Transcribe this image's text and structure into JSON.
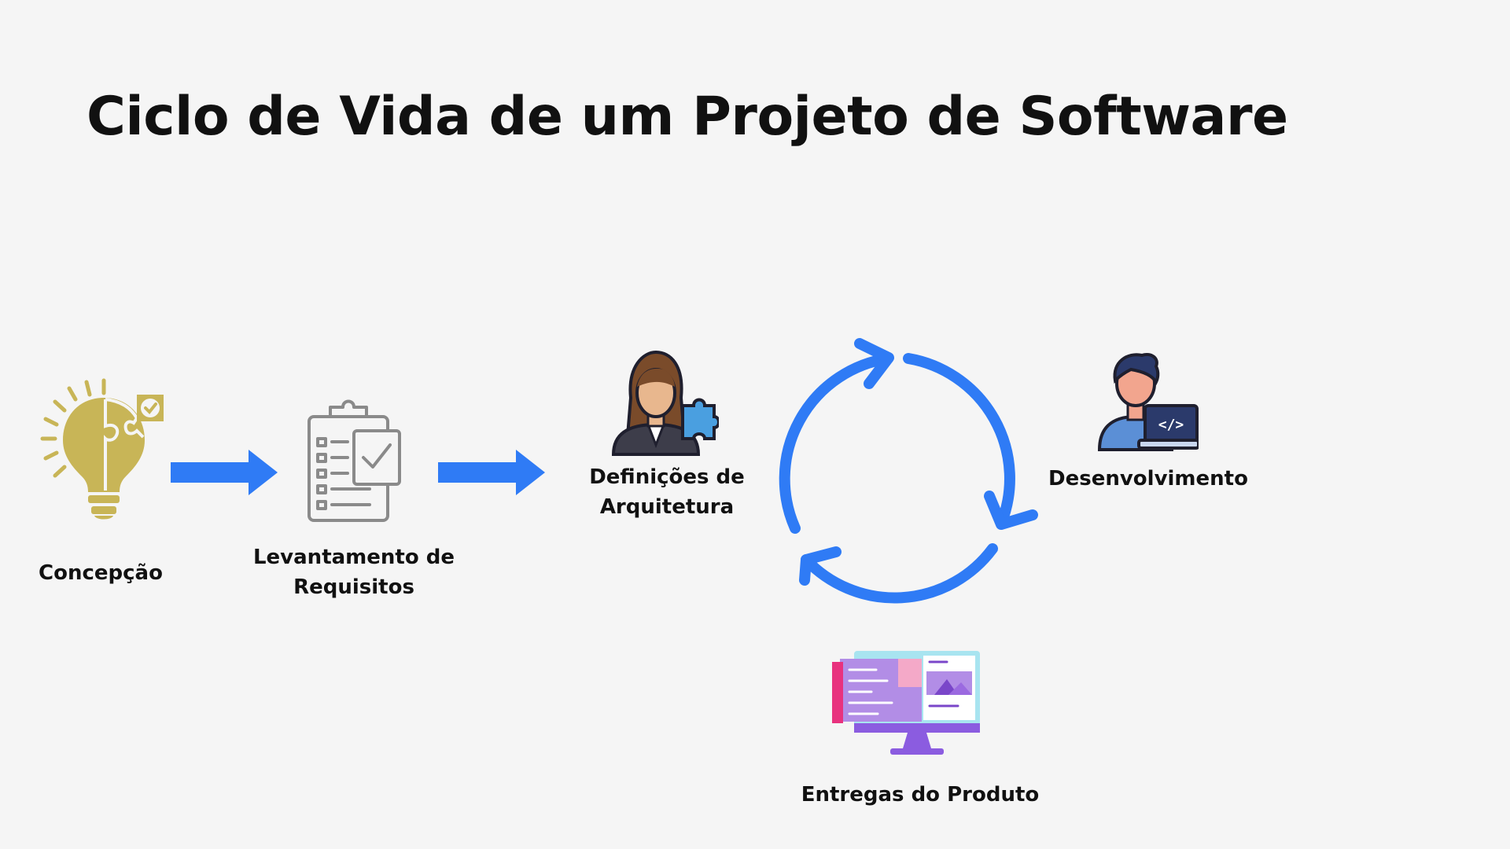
{
  "title": "Ciclo de Vida de um Projeto de Software",
  "stages": {
    "concepcao": {
      "lines": [
        "Concepção"
      ]
    },
    "requisitos": {
      "lines": [
        "Levantamento de",
        "Requisitos"
      ]
    },
    "arquitetura": {
      "lines": [
        "Definições de",
        "Arquitetura"
      ]
    },
    "desenvolvimento": {
      "lines": [
        "Desenvolvimento"
      ]
    },
    "entregas": {
      "lines": [
        "Entregas do Produto"
      ]
    }
  },
  "icons": {
    "concepcao": "lightbulb-puzzle-icon",
    "requisitos": "clipboard-checklist-icon",
    "arquitetura": "architect-person-icon",
    "desenvolvimento": "developer-laptop-icon",
    "entregas": "monitor-product-icon",
    "cycle": "cycle-arrows-icon"
  },
  "colors": {
    "background": "#f5f5f5",
    "arrow": "#2f7bf5",
    "gold": "#c8b557",
    "gray": "#8a8a8a",
    "text": "#111111"
  }
}
